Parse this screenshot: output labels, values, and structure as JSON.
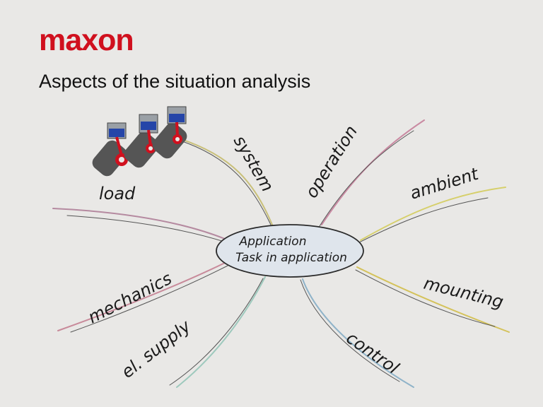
{
  "brand": {
    "logo_text": "maxon",
    "color": "#d0101e"
  },
  "slide": {
    "title": "Aspects of the situation analysis"
  },
  "center": {
    "line1": "Application",
    "line2": "Task in application"
  },
  "branches": [
    {
      "key": "load",
      "label": "load",
      "color": "#b58aa0"
    },
    {
      "key": "system",
      "label": "system",
      "color": "#c9c07a"
    },
    {
      "key": "operation",
      "label": "operation",
      "color": "#c98aa2"
    },
    {
      "key": "ambient",
      "label": "ambient",
      "color": "#d6cf6a"
    },
    {
      "key": "mounting",
      "label": "mounting",
      "color": "#d4c25a"
    },
    {
      "key": "control",
      "label": "control",
      "color": "#8fb3c9"
    },
    {
      "key": "supply",
      "label": "el. supply",
      "color": "#9ec9bd"
    },
    {
      "key": "mechanics",
      "label": "mechanics",
      "color": "#c88a9a"
    }
  ],
  "illustration": {
    "icon": "piston-engine-icon",
    "count": 3,
    "accent": "#d0101e",
    "blue": "#1f3f9e"
  }
}
